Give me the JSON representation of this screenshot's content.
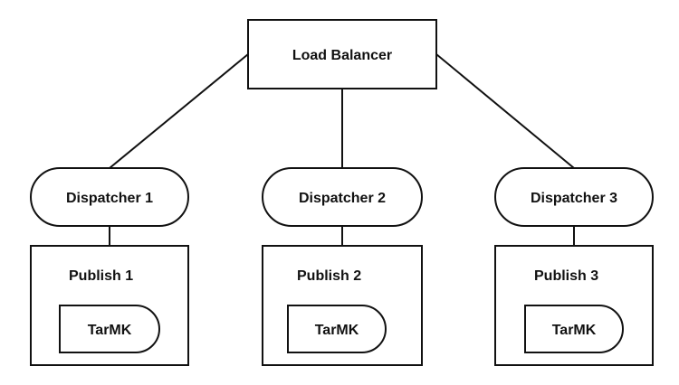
{
  "load_balancer": {
    "label": "Load Balancer"
  },
  "dispatchers": [
    {
      "label": "Dispatcher 1"
    },
    {
      "label": "Dispatcher 2"
    },
    {
      "label": "Dispatcher 3"
    }
  ],
  "publishers": [
    {
      "label": "Publish 1",
      "storage_label": "TarMK"
    },
    {
      "label": "Publish 2",
      "storage_label": "TarMK"
    },
    {
      "label": "Publish 3",
      "storage_label": "TarMK"
    }
  ]
}
